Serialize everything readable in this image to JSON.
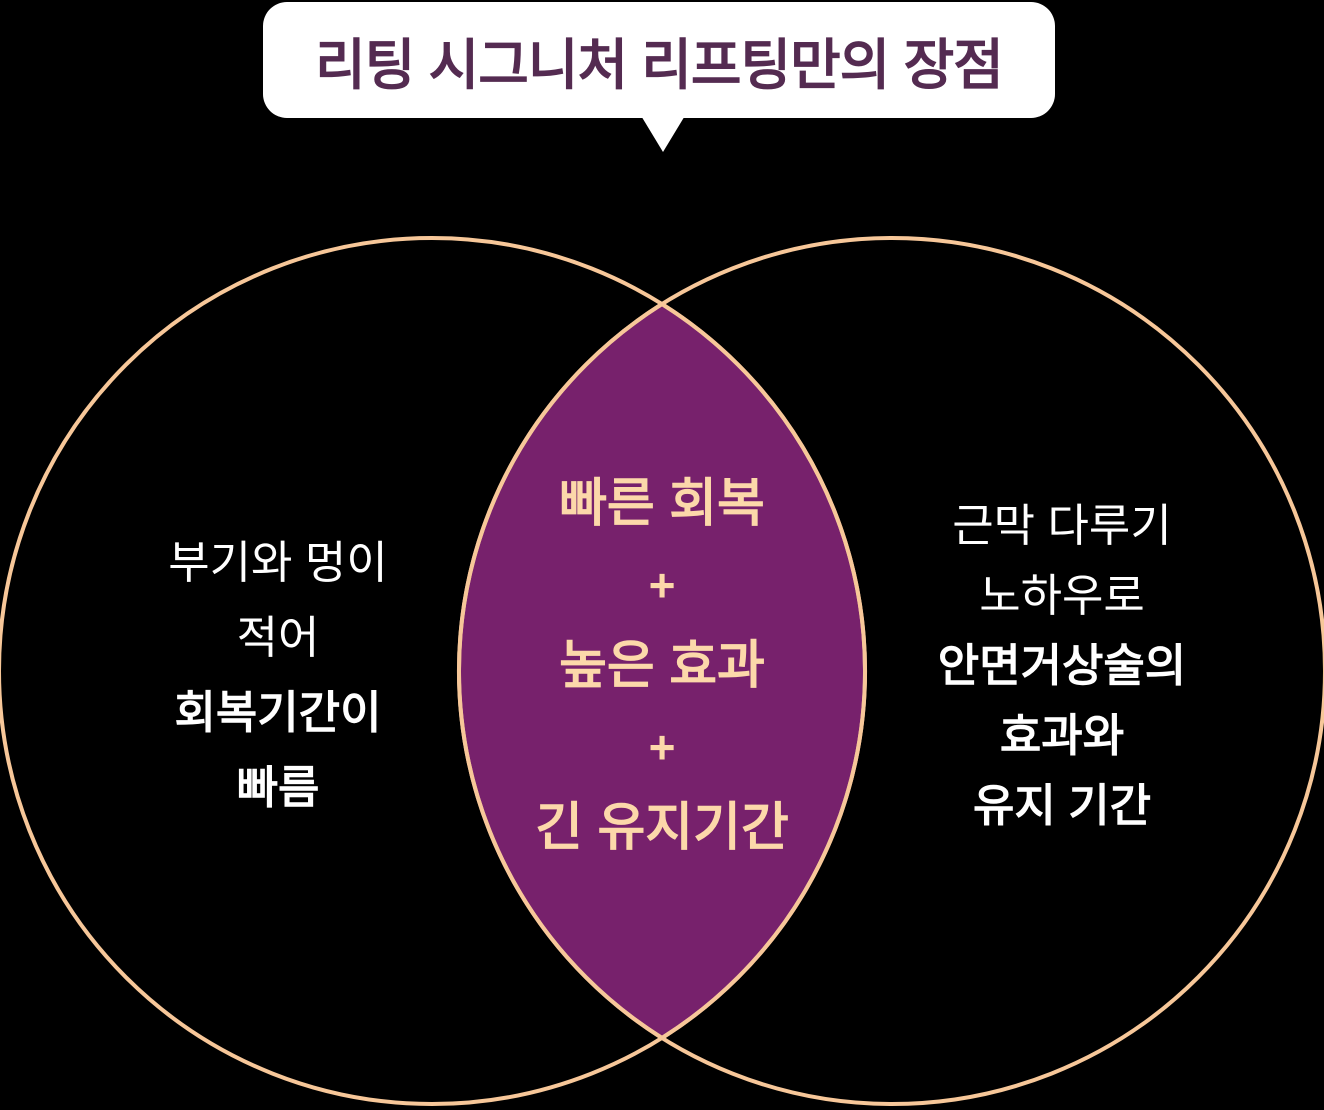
{
  "title": {
    "text": "리팅 시그니처 리프팅만의 장점"
  },
  "diagram": {
    "type": "venn-2-circles",
    "left_circle": {
      "lines": [
        "부기와 멍이",
        "적어",
        "회복기간이",
        "빠름"
      ],
      "emphasized_lines": [
        "회복기간이",
        "빠름"
      ]
    },
    "intersection": {
      "lines": [
        "빠른 회복",
        "+",
        "높은 효과",
        "+",
        "긴 유지기간"
      ]
    },
    "right_circle": {
      "lines": [
        "근막 다루기",
        "노하우로",
        "안면거상술의",
        "효과와",
        "유지 기간"
      ],
      "emphasized_lines": [
        "안면거상술의",
        "효과와",
        "유지 기간"
      ]
    }
  },
  "colors": {
    "background": "#000000",
    "bubble_bg": "#ffffff",
    "title_text": "#542b51",
    "circle_stroke": "#f7c799",
    "intersection_fill": "#77216c",
    "intersection_text": "#fcd8aa",
    "side_text": "#ffffff"
  }
}
